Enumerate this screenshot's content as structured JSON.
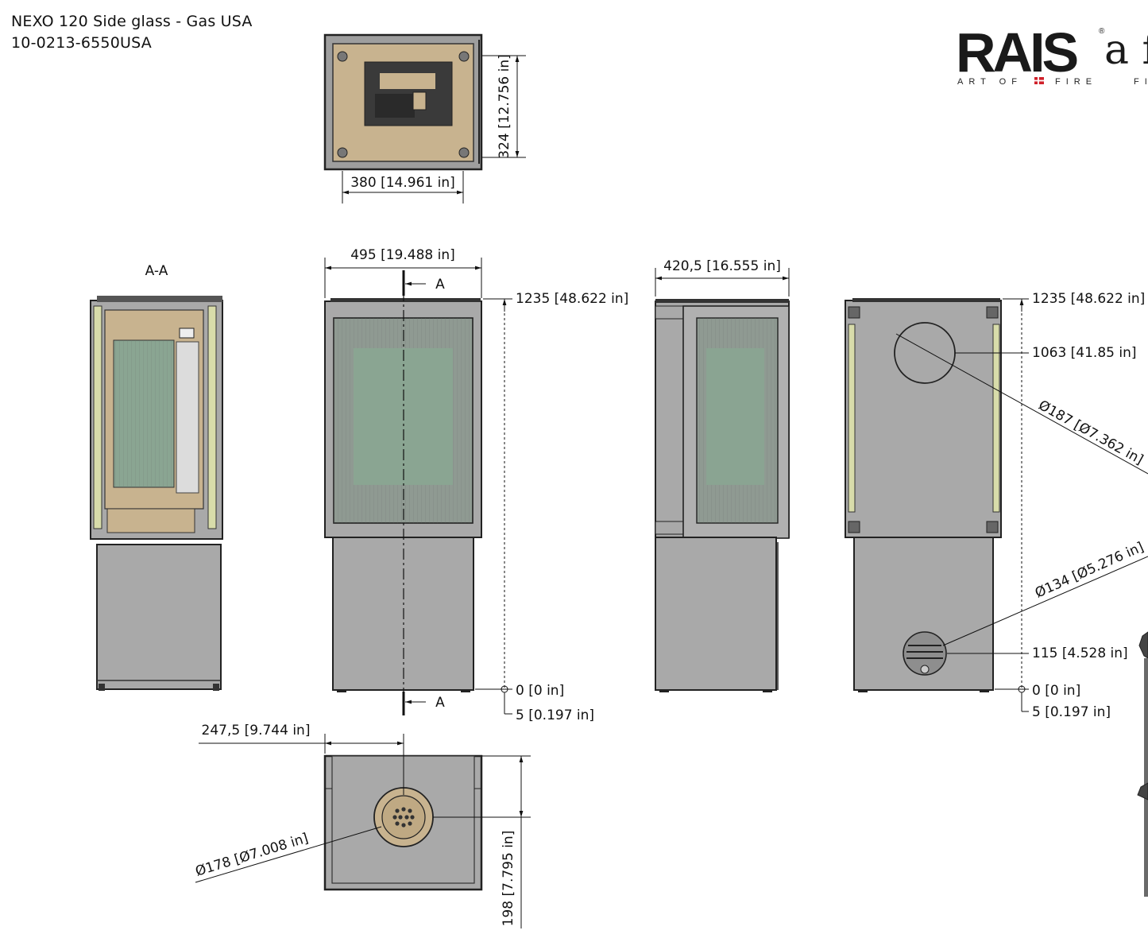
{
  "header": {
    "title": "NEXO 120 Side glass - Gas USA",
    "code": "10-0213-6550USA"
  },
  "logo": {
    "brand": "RAIS",
    "trail": "a f",
    "tagline": "ART OF",
    "tagline_end": "FIRE",
    "tagline_fragment": "FI"
  },
  "section_labels": {
    "section_view": "A-A",
    "cut_top": "A",
    "cut_bottom": "A"
  },
  "dimensions": {
    "top_width": "380 [14.961 in]",
    "top_depth": "324 [12.756 in]",
    "front_width": "495 [19.488 in]",
    "front_height": "1235 [48.622 in]",
    "front_zero": "0 [0 in]",
    "front_feet": "5 [0.197 in]",
    "side_depth": "420,5 [16.555 in]",
    "rear_height": "1235 [48.622 in]",
    "rear_outlet_height": "1063 [41.85 in]",
    "rear_outlet_diameter": "Ø187 [Ø7.362 in]",
    "rear_inlet_diameter": "Ø134 [Ø5.276 in]",
    "rear_inlet_height": "115 [4.528 in]",
    "rear_zero": "0 [0 in]",
    "rear_feet": "5 [0.197 in]",
    "bottom_offset": "247,5 [9.744 in]",
    "bottom_flue_diameter": "Ø178 [Ø7.008 in]",
    "bottom_flue_depth": "198 [7.795 in]"
  },
  "colors": {
    "stove_body": "#a9a9a9",
    "glass": "#8aa592",
    "firebox": "#c8b38f",
    "insulation": "#d8dcaa"
  }
}
